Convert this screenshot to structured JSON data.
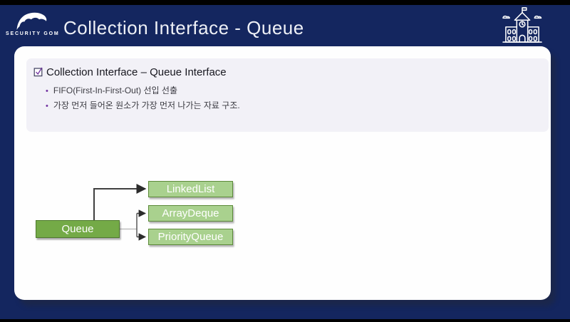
{
  "header": {
    "brand": "SECURITY GOM",
    "title": "Collection Interface - Queue",
    "icons": {
      "logo": "bear-icon",
      "right": "school-building-icon"
    }
  },
  "content": {
    "section": {
      "checkbox_icon": "checked-checkbox-icon",
      "heading": "Collection Interface – Queue Interface",
      "bullets": [
        "FIFO(First-In-First-Out) 선입 선출",
        "가장 먼저 들어온 원소가 가장 먼저 나가는 자료 구조."
      ]
    },
    "diagram": {
      "type": "hierarchy",
      "root": {
        "label": "Queue"
      },
      "children": [
        {
          "label": "LinkedList"
        },
        {
          "label": "ArrayDeque"
        },
        {
          "label": "PriorityQueue"
        }
      ]
    }
  },
  "colors": {
    "slide_navy": "#14265f",
    "frame_black": "#010101",
    "card_white": "#fefefe",
    "panel_lavender": "#f2f1f7",
    "heading_text": "#17171f",
    "body_text": "#3c3c43",
    "bullet_purple": "#7030a0",
    "root_green_fill": "#74aa47",
    "root_green_border": "#4e7a2c",
    "child_green_fill": "#a9d18e",
    "child_green_border": "#5c8a39",
    "arrow_dark": "#3f3f3f",
    "connector_gray": "#bfbfbf"
  }
}
